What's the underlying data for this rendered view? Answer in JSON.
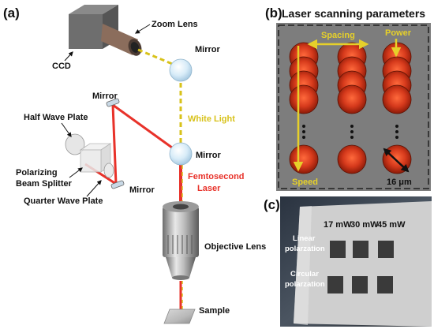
{
  "panels": {
    "a": {
      "tag": "(a)"
    },
    "b": {
      "tag": "(b)",
      "title": "Laser scanning parameters"
    },
    "c": {
      "tag": "(c)"
    }
  },
  "setup": {
    "zoom_lens": "Zoom Lens",
    "ccd": "CCD",
    "mirror_top": "Mirror",
    "mirror_left": "Mirror",
    "mirror_mid": "Mirror",
    "mirror_bottom": "Mirror",
    "white_light": "White Light",
    "half_wave_plate": "Half Wave Plate",
    "polarizing_line1": "Polarizing",
    "polarizing_line2": "Beam Splitter",
    "quarter_wave_plate": "Quarter Wave Plate",
    "femto_line1": "Femtosecond",
    "femto_line2": "Laser",
    "objective_lens": "Objective Lens",
    "sample": "Sample"
  },
  "scanning": {
    "spacing": "Spacing",
    "power": "Power",
    "speed": "Speed",
    "scale": "16 μm"
  },
  "photo": {
    "power_1": "17 mW",
    "power_2": "30 mW",
    "power_3": "45 mW",
    "linear_line1": "Linear",
    "linear_line2": "polarzation",
    "circular_line1": "Circular",
    "circular_line2": "polarzation"
  },
  "colors": {
    "laser": "#e8322a",
    "white_light": "#d8c21a",
    "yellow_arrow": "#e6d02a",
    "spot_dark": "#b02810",
    "panel_b_bg": "#7d7d7d"
  }
}
